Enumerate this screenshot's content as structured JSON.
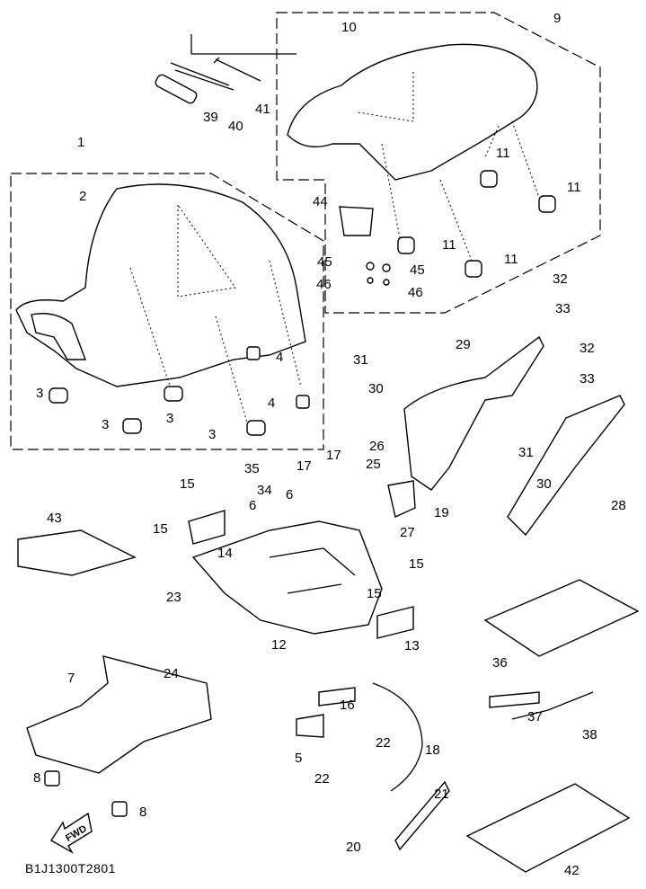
{
  "diagram": {
    "code": "B1J1300T2801",
    "fwd_label": "FWD",
    "callouts": [
      "1",
      "2",
      "3",
      "3",
      "3",
      "3",
      "4",
      "4",
      "9",
      "10",
      "11",
      "11",
      "11",
      "11",
      "12",
      "13",
      "14",
      "15",
      "15",
      "15",
      "15",
      "16",
      "17",
      "17",
      "18",
      "19",
      "20",
      "21",
      "22",
      "22",
      "23",
      "24",
      "25",
      "26",
      "27",
      "28",
      "29",
      "30",
      "30",
      "31",
      "31",
      "32",
      "32",
      "33",
      "33",
      "34",
      "35",
      "36",
      "37",
      "38",
      "39",
      "40",
      "41",
      "42",
      "43",
      "44",
      "45",
      "45",
      "46",
      "46",
      "5",
      "6",
      "6",
      "7",
      "8",
      "8"
    ]
  }
}
